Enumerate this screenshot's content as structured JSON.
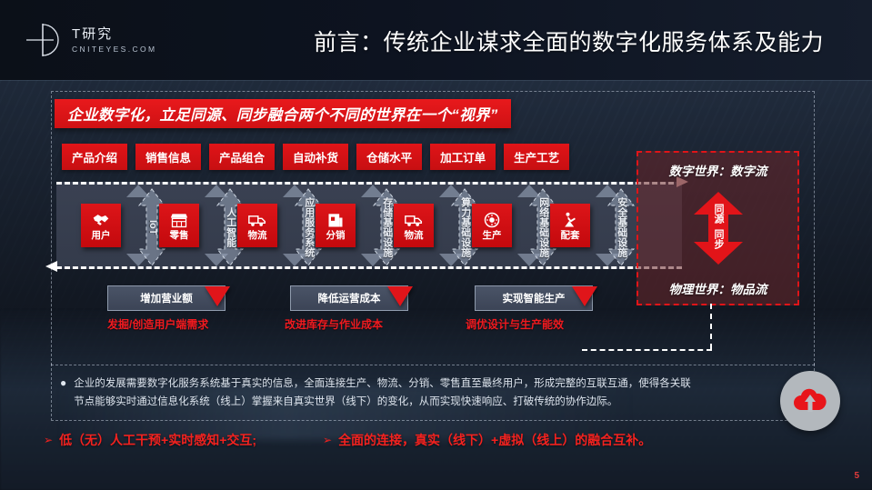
{
  "header": {
    "logo_cn": "T研究",
    "logo_en": "CNITEYES.COM",
    "title": "前言：传统企业谋求全面的数字化服务体系及能力"
  },
  "banner": {
    "text": "企业数字化，立足同源、同步融合两个不同的世界在一个“视界”"
  },
  "tags": [
    "产品介绍",
    "销售信息",
    "产品组合",
    "自动补货",
    "仓储水平",
    "加工订单",
    "生产工艺"
  ],
  "nodes": [
    {
      "label": "用户",
      "icon": "handshake-icon"
    },
    {
      "label": "零售",
      "icon": "storefront-icon"
    },
    {
      "label": "物流",
      "icon": "truck-icon"
    },
    {
      "label": "分销",
      "icon": "warehouse-box-icon"
    },
    {
      "label": "物流",
      "icon": "truck-icon"
    },
    {
      "label": "生产",
      "icon": "gear-cycle-icon"
    },
    {
      "label": "配套",
      "icon": "worker-icon"
    }
  ],
  "connectors": [
    "IoT",
    "人工智能",
    "应用服务系统",
    "存储基础设施",
    "算力基础设施",
    "网络基础设施",
    "安全基础设施"
  ],
  "right_panel": {
    "top_label": "数字世界：数字流",
    "bottom_label": "物理世界：物品流",
    "arrow_word_1": "同源",
    "arrow_word_2": "同步",
    "accent_color": "#e01418"
  },
  "outcomes": [
    {
      "title": "增加营业额",
      "sub": "发掘/创造用户端需求"
    },
    {
      "title": "降低运营成本",
      "sub": "改进库存与作业成本"
    },
    {
      "title": "实现智能生产",
      "sub": "调优设计与生产能效"
    }
  ],
  "body": {
    "bullet_marker": "●",
    "paragraph": "企业的发展需要数字化服务系统基于真实的信息，全面连接生产、物流、分销、零售直至最终用户，形成完整的互联互通，使得各关联节点能够实时通过信息化系统（线上）掌握来自真实世界（线下）的变化，从而实现快速响应、打破传统的协作边际。"
  },
  "footer_bullets": [
    {
      "marker": "➢",
      "text": "低（无）人工干预+实时感知+交互;"
    },
    {
      "marker": "➢",
      "text": "全面的连接，真实（线下）+虚拟（线上）的融合互补。"
    }
  ],
  "badge": {
    "icon": "cloud-upload-icon"
  },
  "page_number": "5"
}
